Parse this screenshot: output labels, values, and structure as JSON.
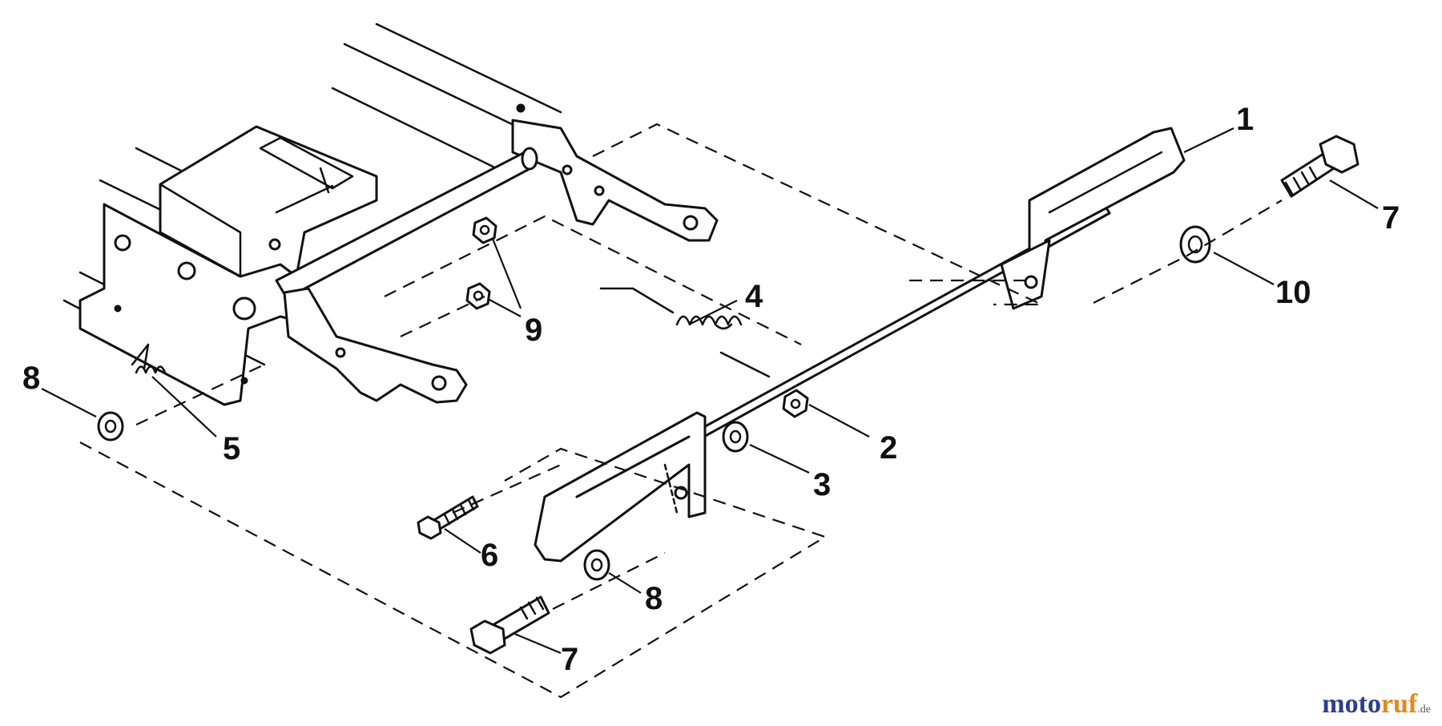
{
  "diagram": {
    "type": "exploded-parts-diagram",
    "callouts": [
      {
        "id": "c1",
        "label": "1"
      },
      {
        "id": "c2",
        "label": "2"
      },
      {
        "id": "c3",
        "label": "3"
      },
      {
        "id": "c4",
        "label": "4"
      },
      {
        "id": "c5",
        "label": "5"
      },
      {
        "id": "c6",
        "label": "6"
      },
      {
        "id": "c7a",
        "label": "7"
      },
      {
        "id": "c7b",
        "label": "7"
      },
      {
        "id": "c8a",
        "label": "8"
      },
      {
        "id": "c8b",
        "label": "8"
      },
      {
        "id": "c9",
        "label": "9"
      },
      {
        "id": "c10",
        "label": "10"
      }
    ]
  },
  "watermark": {
    "brand_part1": "moto",
    "brand_part2": "ruf",
    "brand_part3": "",
    "tld": ".de",
    "color_primary": "#2d3f8a",
    "color_accent": "#e08a20"
  }
}
